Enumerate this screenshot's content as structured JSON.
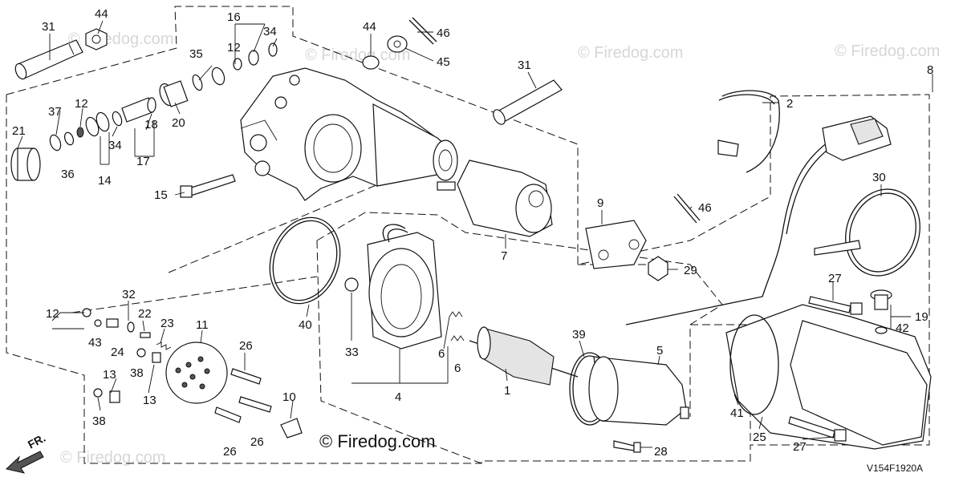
{
  "watermark_text": "© Firedog.com",
  "brand_text": "© Firedog.com",
  "diagram_code": "V154F1920A",
  "direction_label": "FR.",
  "callouts": {
    "c1": "1",
    "c2": "2",
    "c4": "4",
    "c5": "5",
    "c6a": "6",
    "c6b": "6",
    "c7": "7",
    "c8": "8",
    "c9": "9",
    "c10": "10",
    "c11": "11",
    "c12a": "12",
    "c12b": "12",
    "c12c": "12",
    "c13a": "13",
    "c13b": "13",
    "c14": "14",
    "c15": "15",
    "c16": "16",
    "c17": "17",
    "c18": "18",
    "c19": "19",
    "c20": "20",
    "c21": "21",
    "c22": "22",
    "c23": "23",
    "c24": "24",
    "c25": "25",
    "c26a": "26",
    "c26b": "26",
    "c26c": "26",
    "c27a": "27",
    "c27b": "27",
    "c28": "28",
    "c29": "29",
    "c30": "30",
    "c31a": "31",
    "c31b": "31",
    "c32": "32",
    "c33": "33",
    "c34a": "34",
    "c34b": "34",
    "c35": "35",
    "c36": "36",
    "c37": "37",
    "c38a": "38",
    "c38b": "38",
    "c39": "39",
    "c40": "40",
    "c41": "41",
    "c42": "42",
    "c43": "43",
    "c44a": "44",
    "c44b": "44",
    "c45": "45",
    "c46a": "46",
    "c46b": "46"
  }
}
